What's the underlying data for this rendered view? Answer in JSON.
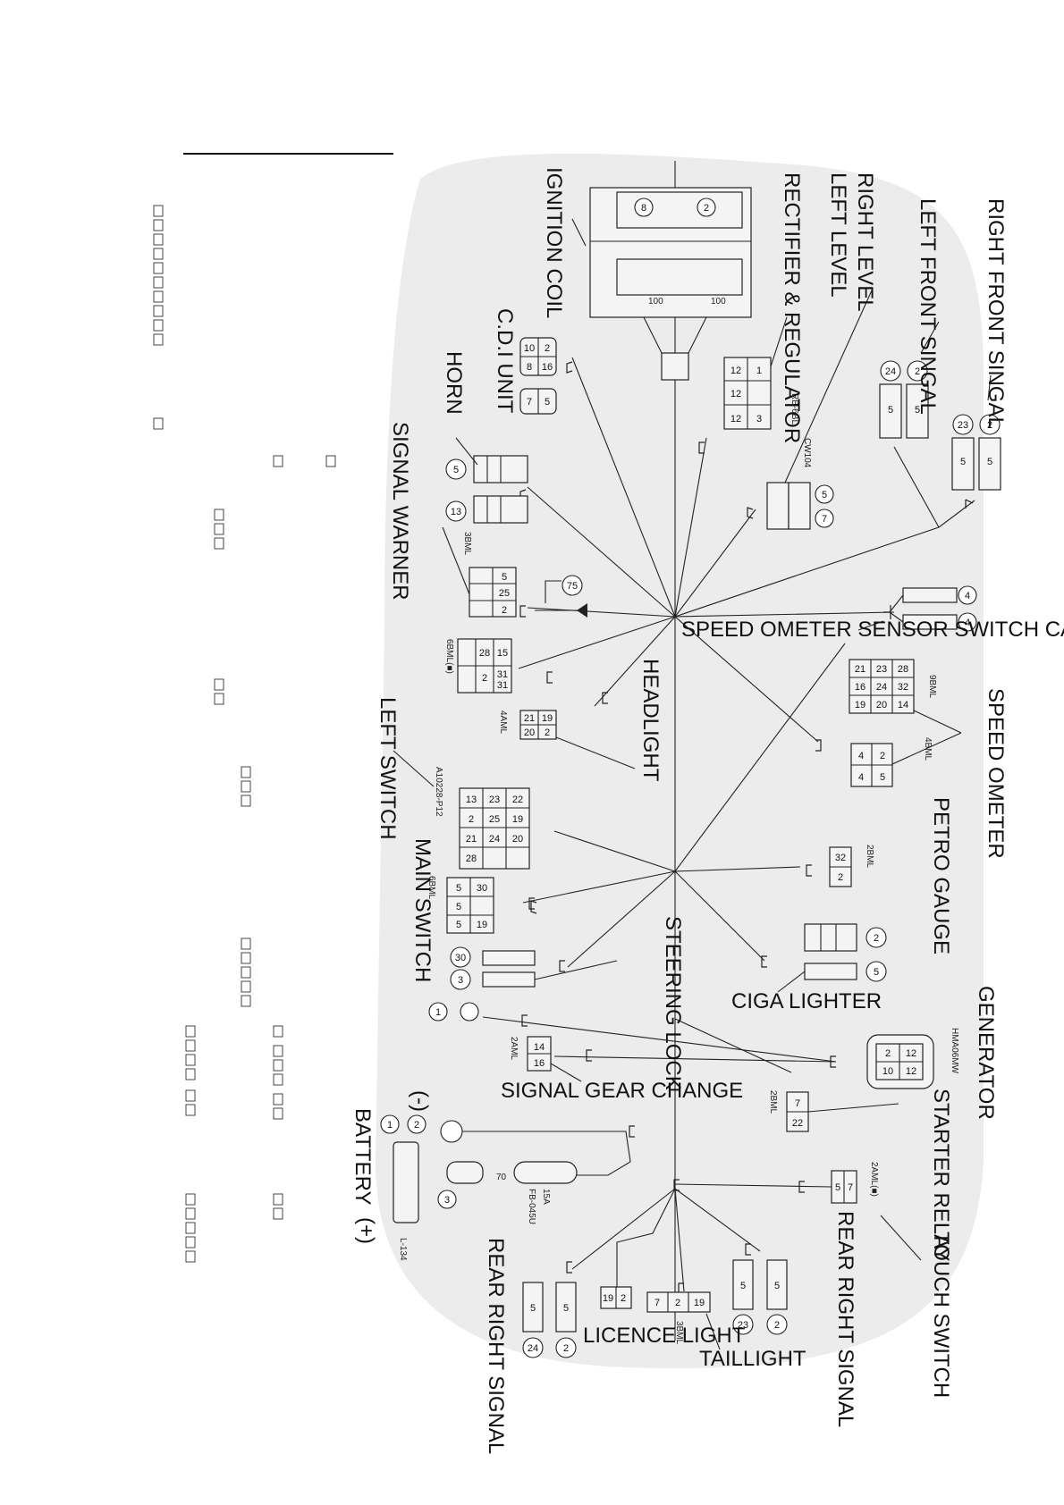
{
  "labels": {
    "right_front_singal": "RIGHT FRONT SINGAL",
    "left_front_singal": "LEFT FRONT SINGAL",
    "right_level": "RIGHT LEVEL",
    "left_level": "LEFT LEVEL",
    "rectifier_regulator": "RECTIFIER & REGULATOR",
    "ignition_coil": "IGNITION COIL",
    "cdi_unit": "C.D.I UNIT",
    "horn": "HORN",
    "signal_warner": "SIGNAL WARNER",
    "speedometer_sensor": "SPEED OMETER SENSOR SWITCH CABLE",
    "headlight": "HEADLIGHT",
    "speedometer": "SPEED OMETER",
    "left_switch": "LEFT SWITCH",
    "petro_gauge": "PETRO GAUGE",
    "main_switch": "MAIN SWITCH",
    "steering_lock": "STEERING LOCK",
    "ciga_lighter": "CIGA LIGHTER",
    "generator": "GENERATOR",
    "signal_gear_change": "SIGNAL GEAR CHANGE",
    "starter_relay": "STARTER RELAY",
    "battery": "BATTERY",
    "battery_neg": "(-)",
    "battery_pos": "(+)",
    "touch_switch": "TOUCH SWITCH",
    "rear_right_signal_a": "REAR RIGHT SIGNAL",
    "rear_right_signal_b": "REAR RIGHT SIGNAL",
    "licence_light": "LICENCE LIGHT",
    "taillight": "TAILLIGHT"
  },
  "part_codes": {
    "rb6bl": "RB-6BL",
    "cw104": "CW104",
    "bml3": "3BML",
    "bml6": "6BML(■)",
    "aml4": "4AML",
    "bml9": "9BML",
    "bml4": "4BML",
    "a10228": "A10228-P12",
    "bml2_petro": "2BML",
    "bml6_main": "6BML",
    "hma06mw": "HMA06MW",
    "aml2": "2AML",
    "bml2_starter": "2BML",
    "aml2_touch": "2AML(■)",
    "fuse15a": "15A",
    "fb045u": "FB-045U",
    "l134": "L-134",
    "bml3_tail": "3BML",
    "wire_70": "70"
  },
  "pins": {
    "coil_top": "2",
    "coil_bottom": "8",
    "coil_w1": "100",
    "coil_w2": "100",
    "rs_circle": "2",
    "rs_circle2": "23",
    "rs_pin": "5",
    "rs_pin2": "5",
    "ls_circle": "2",
    "ls_circle2": "24",
    "ls_pin": "5",
    "ls_pin2": "5",
    "rect_r1": "1",
    "rect_r2": "3",
    "rect_b1": "12",
    "rect_b2": "12",
    "rect_b3": "12",
    "cw_c1": "5",
    "cw_c2": "7",
    "cdi_a": "2",
    "cdi_b": "16",
    "cdi_c": "10",
    "cdi_d": "8",
    "cdi_e": "5",
    "cdi_f": "7",
    "horn_c1": "5",
    "horn_c2": "13",
    "sw_a": "5",
    "sw_b": "25",
    "sw_c": "2",
    "sw_diode": "75",
    "sp_c1": "4",
    "sp_c2": "4",
    "b6_a": "15",
    "b6_b": "31",
    "b6_c": "31",
    "b6_d": "28",
    "b6_e": "2",
    "hl_a": "19",
    "hl_b": "2",
    "hl_c": "21",
    "hl_d": "20",
    "b9_1": "28",
    "b9_2": "32",
    "b9_3": "14",
    "b9_4": "23",
    "b9_5": "24",
    "b9_6": "20",
    "b9_7": "21",
    "b9_8": "16",
    "b9_9": "19",
    "b4_1": "2",
    "b4_2": "5",
    "b4_3": "4",
    "b4_4": "4",
    "ls_1": "22",
    "ls_2": "19",
    "ls_3": "20",
    "ls_4": "23",
    "ls_5": "25",
    "ls_6": "24",
    "ls_7": "13",
    "ls_8": "2",
    "ls_9": "21",
    "ls_10": "28",
    "pg_1": "32",
    "pg_2": "2",
    "ms_1": "30",
    "ms_2": "5",
    "ms_3": "19",
    "ms_4": "5",
    "ms_5": "5",
    "stl_c1": "30",
    "stl_c2": "3",
    "cig_c1": "2",
    "cig_c2": "5",
    "gen_1": "12",
    "gen_2": "12",
    "gen_3": "2",
    "gen_4": "10",
    "gear_1": "14",
    "gear_2": "16",
    "gear_gnd": "1",
    "st_1": "7",
    "st_2": "22",
    "bat_1": "1",
    "bat_2": "2",
    "bat_3": "3",
    "touch_1": "5",
    "touch_2": "7",
    "rr1_pin1": "5",
    "rr1_pin2": "5",
    "rr1_c1": "23",
    "rr1_c2": "2",
    "rr2_pin1": "5",
    "rr2_pin2": "5",
    "rr2_c1": "24",
    "rr2_c2": "2",
    "lic_1": "19",
    "lic_2": "2",
    "tail_1": "7",
    "tail_2": "2",
    "tail_3": "19"
  }
}
